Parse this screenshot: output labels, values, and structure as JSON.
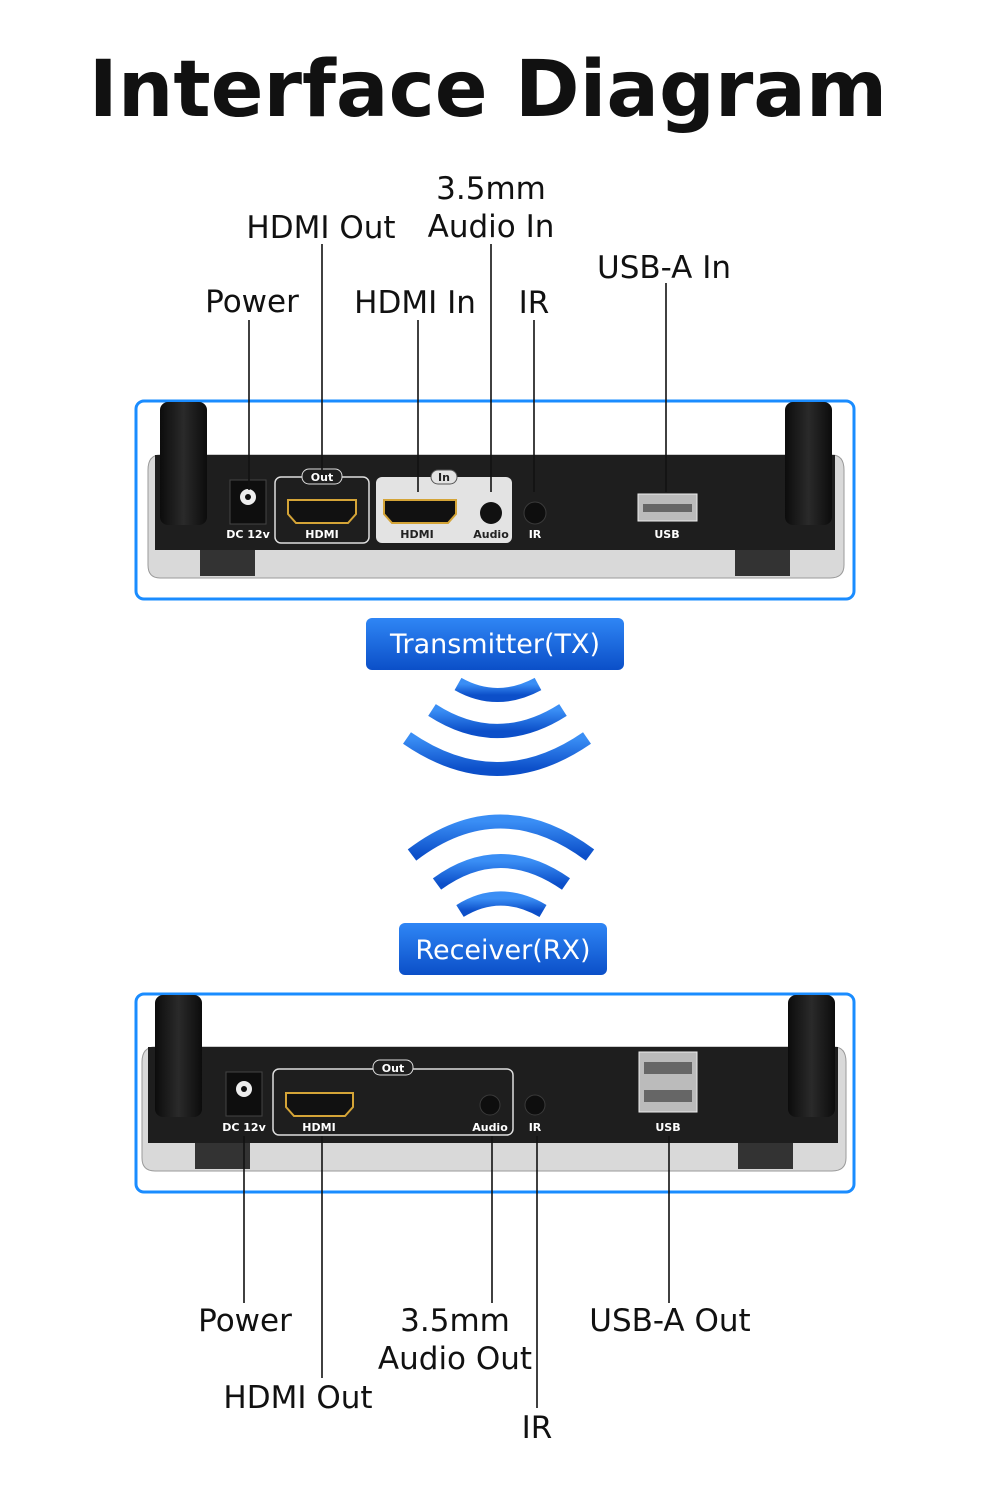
{
  "title": "Interface Diagram",
  "transmitter": {
    "badge": "Transmitter(TX)",
    "labels": {
      "audio_line1": "3.5mm",
      "audio_line2": "Audio In",
      "hdmi_out": "HDMI Out",
      "power": "Power",
      "hdmi_in": "HDMI In",
      "ir": "IR",
      "usb": "USB-A In"
    },
    "ports": {
      "dc": "DC 12v",
      "out_tag": "Out",
      "hdmi_out": "HDMI",
      "in_tag": "In",
      "hdmi_in": "HDMI",
      "audio": "Audio",
      "ir": "IR",
      "usb": "USB"
    }
  },
  "receiver": {
    "badge": "Receiver(RX)",
    "labels": {
      "power": "Power",
      "audio_line1": "3.5mm",
      "audio_line2": "Audio Out",
      "usb": "USB-A Out",
      "hdmi_out": "HDMI Out",
      "ir": "IR"
    },
    "ports": {
      "dc": "DC 12v",
      "out_tag": "Out",
      "hdmi": "HDMI",
      "audio": "Audio",
      "ir": "IR",
      "usb": "USB"
    }
  },
  "colors": {
    "frame": "#1a8cff",
    "badge_top": "#2f7df0",
    "badge_bottom": "#0b4fc8",
    "hdmi_gold": "#d4a437"
  }
}
